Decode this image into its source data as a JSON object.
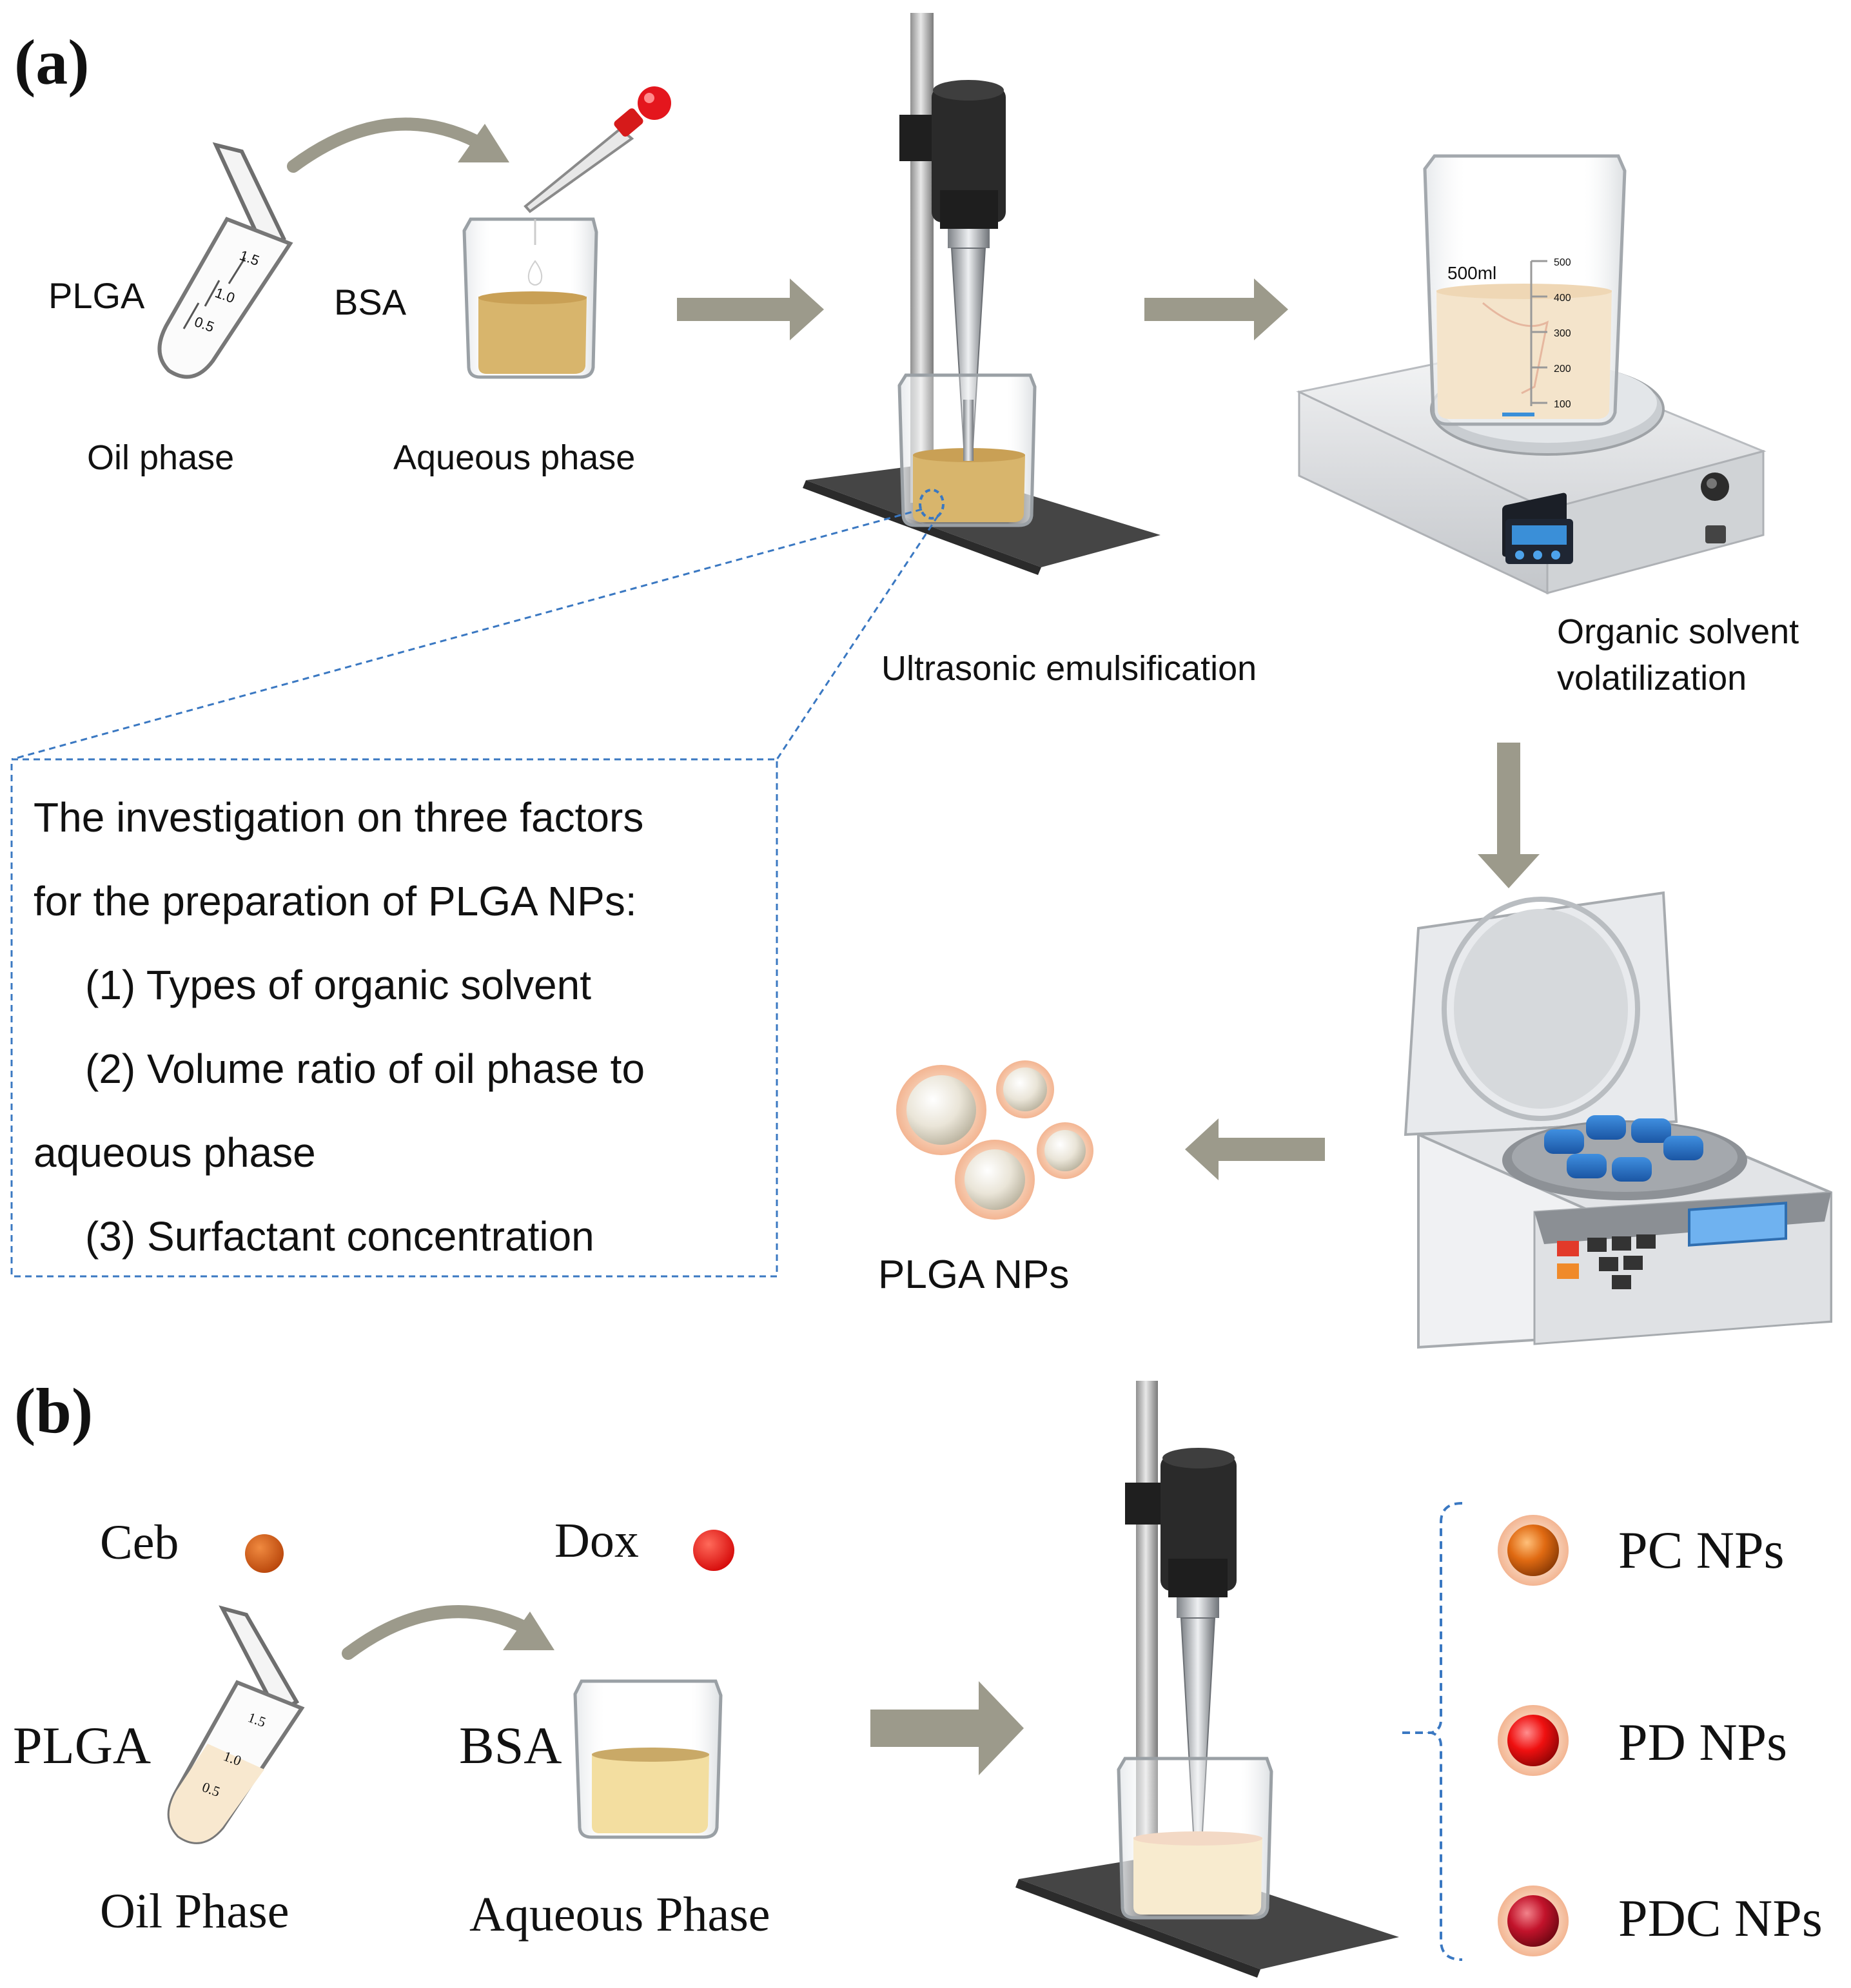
{
  "panel_a": {
    "label": "(a)",
    "plga_label": "PLGA",
    "bsa_label": "BSA",
    "oil_phase_caption": "Oil phase",
    "aqueous_phase_caption": "Aqueous phase",
    "tube_marks": [
      "1.5",
      "1.0",
      "0.5"
    ],
    "beaker_volume": "500ml",
    "beaker_marks": [
      "500",
      "400",
      "300",
      "200",
      "100"
    ],
    "ultrasonic_caption": "Ultrasonic emulsification",
    "organic_caption_line1": "Organic solvent",
    "organic_caption_line2": "volatilization",
    "nps_caption": "PLGA NPs",
    "factors_box": {
      "line1": "The investigation on three factors",
      "line2": "for the preparation of PLGA NPs:",
      "item1": "(1) Types of organic solvent",
      "item2": "(2) Volume ratio of oil phase to",
      "item2_cont": "aqueous phase",
      "item3": "(3) Surfactant concentration"
    }
  },
  "panel_b": {
    "label": "(b)",
    "ceb_label": "Ceb",
    "dox_label": "Dox",
    "plga_label": "PLGA",
    "bsa_label": "BSA",
    "oil_phase_caption": "Oil Phase",
    "aqueous_phase_caption": "Aqueous Phase",
    "tube_marks": [
      "1.5",
      "1.0",
      "0.5"
    ],
    "products": [
      "PC NPs",
      "PD NPs",
      "PDC NPs"
    ]
  },
  "colors": {
    "arrow": "#9c9a8b",
    "dashed_box": "#3a78c2",
    "ceb_dot": "#c8500f",
    "dox_dot": "#e8120c",
    "liquid_a": "#d8b56c",
    "liquid_b": "#f3dea0",
    "cap_blue": "#2a6fc2"
  }
}
